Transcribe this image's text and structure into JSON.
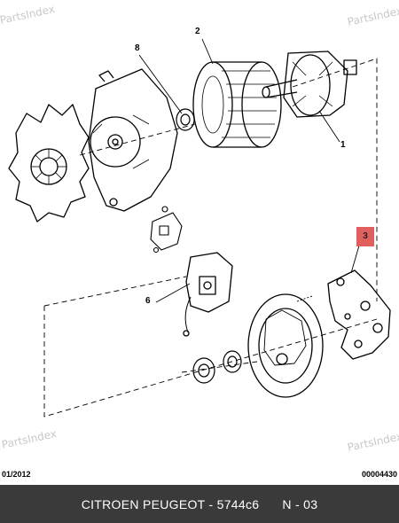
{
  "watermark": {
    "text": "PartsIndex"
  },
  "callouts": {
    "c1": "1",
    "c2": "2",
    "c3": "3",
    "c6": "6",
    "c8": "8"
  },
  "highlight_color": "#e06060",
  "footer": {
    "date": "01/2012",
    "code": "00004430",
    "caption": "CITROEN PEUGEOT - 5744c6",
    "page": "N - 03"
  }
}
